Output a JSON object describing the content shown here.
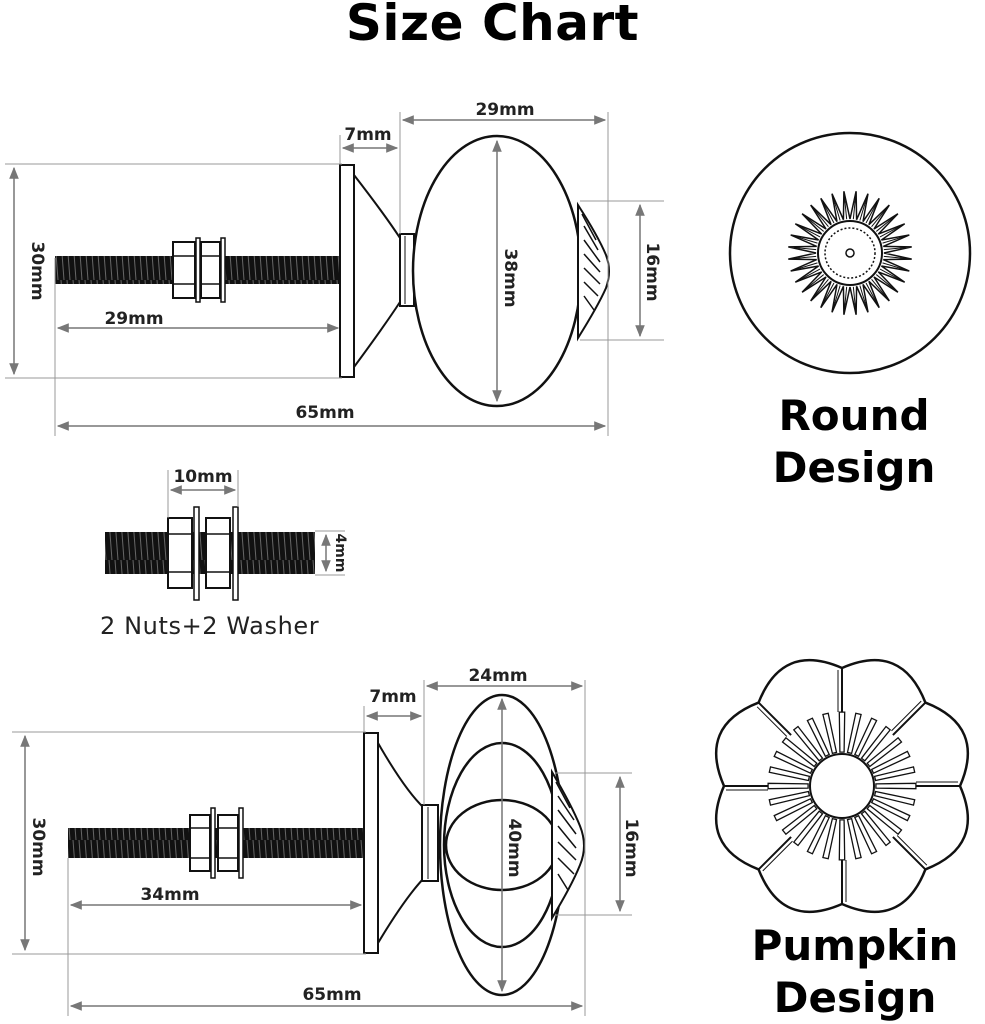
{
  "title": "Size Chart",
  "round": {
    "caption_line1": "Round",
    "caption_line2": "Design",
    "dims": {
      "neck": "7mm",
      "head_depth": "29mm",
      "base_height": "30mm",
      "head_height": "38mm",
      "cap_height": "16mm",
      "screw_length": "29mm",
      "total_length": "65mm"
    }
  },
  "hardware": {
    "width": "10mm",
    "thread": "4mm",
    "caption": "2 Nuts+2 Washer"
  },
  "pumpkin": {
    "caption_line1": "Pumpkin",
    "caption_line2": "Design",
    "dims": {
      "neck": "7mm",
      "head_depth": "24mm",
      "base_height": "30mm",
      "head_height": "40mm",
      "cap_height": "16mm",
      "screw_length": "34mm",
      "total_length": "65mm"
    }
  }
}
